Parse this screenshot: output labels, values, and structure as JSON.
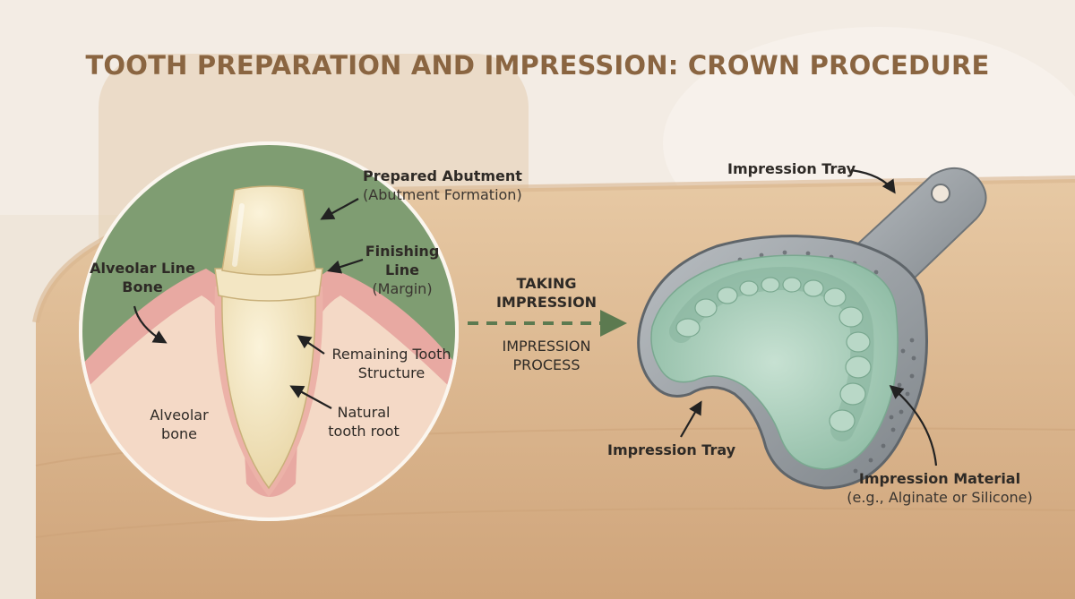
{
  "title": "TOOTH PREPARATION AND IMPRESSION: CROWN PROCEDURE",
  "left_diagram": {
    "prepared_abutment": {
      "main": "Prepared Abutment",
      "sub": "(Abutment Formation)"
    },
    "finishing_line": {
      "line1": "Finishing",
      "line2_bold": "Line",
      "line2_rest": " (Margin)"
    },
    "alveolar_line_bone": {
      "line1": "Alveolar Line",
      "line2": "Bone"
    },
    "remaining_tooth_structure": {
      "line1": "Remaining Tooth",
      "line2": "Structure"
    },
    "natural_tooth_root": {
      "line1": "Natural",
      "line2": "tooth root"
    },
    "alveolar_bone": {
      "line1": "Alveolar",
      "line2": "bone"
    }
  },
  "middle": {
    "taking_impression": {
      "line1": "TAKING",
      "line2": "IMPRESSION"
    },
    "impression_process": {
      "line1": "IMPRESSION",
      "line2": "PROCESS"
    }
  },
  "right_diagram": {
    "tray_top": "Impression Tray",
    "tray_bottom": "Impression Tray",
    "material": {
      "main": "Impression Material",
      "sub": "(e.g., Alginate or Silicone)"
    }
  },
  "colors": {
    "title": "#8a6541",
    "circle_green": "#7f9d72",
    "gum_pink": "#e8a9a2",
    "tooth": "#f1e3bd",
    "tray_metal": "#9a9fa3",
    "impression_material": "#a8cdb9",
    "arrow_dashed": "#5c7a50"
  }
}
